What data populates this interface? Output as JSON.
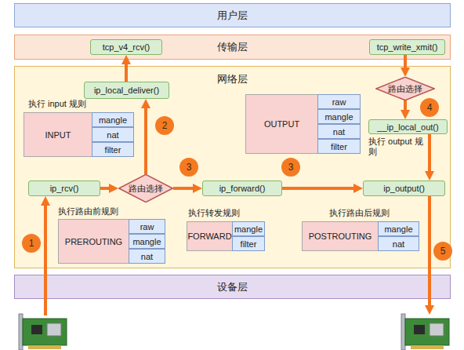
{
  "diagram": {
    "nodes": [
      {
        "text": [
          "用户层"
        ]
      },
      {
        "text": [
          "传输层"
        ]
      },
      {
        "text": [
          "tcp_v4_rcv()"
        ],
        "in": 1
      },
      {
        "text": [
          "tcp_write_xmit()"
        ],
        "in": 1
      },
      {
        "text": [
          "网络层"
        ]
      },
      {
        "text": [
          "ip_local_deliver()"
        ],
        "in": 4
      },
      {
        "text": [
          "路由选择"
        ],
        "in": 4
      },
      {
        "text": [
          "OUTPUT"
        ],
        "in": 4
      },
      {
        "text": [
          "raw"
        ],
        "in": 7
      },
      {
        "text": [
          "mangle"
        ],
        "in": 7
      },
      {
        "text": [
          "nat"
        ],
        "in": 7
      },
      {
        "text": [
          "filter"
        ],
        "in": 7
      },
      {
        "text": [
          "__ip_local_out()"
        ],
        "in": 4
      },
      {
        "text": [
          "INPUT"
        ],
        "in": 4
      },
      {
        "text": [
          "mangle"
        ],
        "in": 13
      },
      {
        "text": [
          "nat"
        ],
        "in": 13
      },
      {
        "text": [
          "filter"
        ],
        "in": 13
      },
      {
        "text": [
          "ip_rcv()"
        ],
        "in": 4
      },
      {
        "text": [
          "路由选择"
        ],
        "in": 4
      },
      {
        "text": [
          "ip_forward()"
        ],
        "in": 4
      },
      {
        "text": [
          "ip_output()"
        ],
        "in": 4
      },
      {
        "text": [
          "PREROUTING"
        ],
        "in": 4
      },
      {
        "text": [
          "raw"
        ],
        "in": 21
      },
      {
        "text": [
          "mangle"
        ],
        "in": 21
      },
      {
        "text": [
          "nat"
        ],
        "in": 21
      },
      {
        "text": [
          "FORWARD"
        ],
        "in": 4
      },
      {
        "text": [
          "mangle"
        ],
        "in": 25
      },
      {
        "text": [
          "filter"
        ],
        "in": 25
      },
      {
        "text": [
          "POSTROUTING"
        ],
        "in": 4
      },
      {
        "text": [
          "mangle"
        ],
        "in": 28
      },
      {
        "text": [
          "nat"
        ],
        "in": 28
      },
      {
        "text": [
          "设备层"
        ]
      }
    ],
    "edges": [
      {
        "from": 17,
        "to": 18,
        "arrow": "to"
      },
      {
        "from": 18,
        "to": 5,
        "arrow": "to"
      },
      {
        "from": 5,
        "to": 2,
        "arrow": "to"
      },
      {
        "from": 18,
        "to": 19,
        "arrow": "to"
      },
      {
        "from": 19,
        "to": 20,
        "arrow": "to"
      },
      {
        "from": 3,
        "to": 6,
        "arrow": "to"
      },
      {
        "from": 6,
        "to": 12,
        "arrow": "to"
      },
      {
        "from": 12,
        "to": 20,
        "arrow": "to"
      }
    ],
    "labels": [
      "执行 input 规则",
      "2",
      "4",
      "执行 output 规则",
      "3",
      "3",
      "1",
      "执行路由前规则",
      "执行转发规则",
      "执行路由后规则",
      "5"
    ]
  }
}
